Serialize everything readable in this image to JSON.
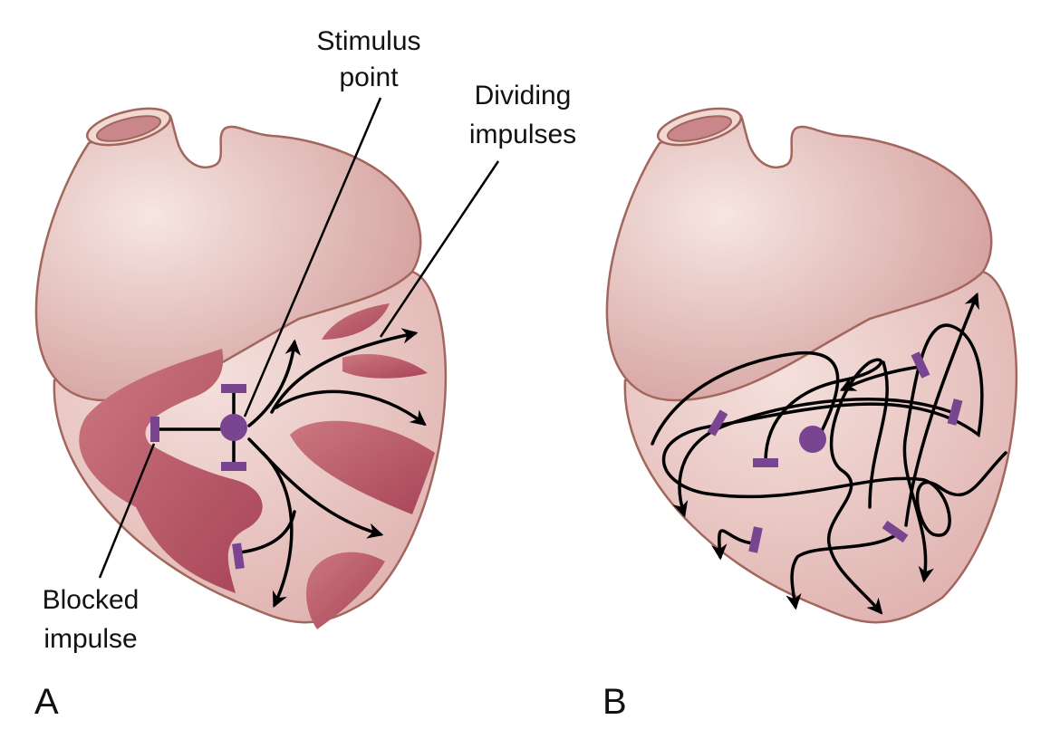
{
  "labels": {
    "stimulus_line1": "Stimulus",
    "stimulus_line2": "point",
    "dividing_line1": "Dividing",
    "dividing_line2": "impulses",
    "blocked_line1": "Blocked",
    "blocked_line2": "impulse",
    "panel_a": "A",
    "panel_b": "B"
  },
  "colors": {
    "heart_fill": "#ecc9c4",
    "heart_outline": "#a2665c",
    "damaged_tissue": "#b95a68",
    "block_marker": "#7a4590",
    "impulse": "#000000"
  }
}
